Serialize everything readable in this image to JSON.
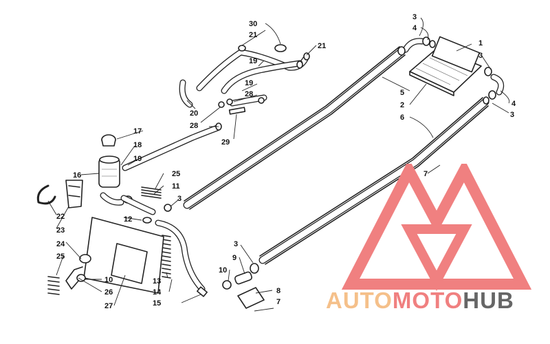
{
  "diagram": {
    "callouts": [
      {
        "id": "c1",
        "label": "1"
      },
      {
        "id": "c2",
        "label": "2"
      },
      {
        "id": "c3a",
        "label": "3"
      },
      {
        "id": "c3b",
        "label": "3"
      },
      {
        "id": "c3c",
        "label": "3"
      },
      {
        "id": "c3d",
        "label": "3"
      },
      {
        "id": "c3e",
        "label": "3"
      },
      {
        "id": "c4a",
        "label": "4"
      },
      {
        "id": "c4b",
        "label": "4"
      },
      {
        "id": "c5",
        "label": "5"
      },
      {
        "id": "c6",
        "label": "6"
      },
      {
        "id": "c7a",
        "label": "7"
      },
      {
        "id": "c7b",
        "label": "7"
      },
      {
        "id": "c8",
        "label": "8"
      },
      {
        "id": "c9",
        "label": "9"
      },
      {
        "id": "c10a",
        "label": "10"
      },
      {
        "id": "c10b",
        "label": "10"
      },
      {
        "id": "c11",
        "label": "11"
      },
      {
        "id": "c12",
        "label": "12"
      },
      {
        "id": "c13",
        "label": "13"
      },
      {
        "id": "c14",
        "label": "14"
      },
      {
        "id": "c15",
        "label": "15"
      },
      {
        "id": "c16",
        "label": "16"
      },
      {
        "id": "c17",
        "label": "17"
      },
      {
        "id": "c18",
        "label": "18"
      },
      {
        "id": "c19a",
        "label": "19"
      },
      {
        "id": "c19b",
        "label": "19"
      },
      {
        "id": "c19c",
        "label": "19"
      },
      {
        "id": "c20",
        "label": "20"
      },
      {
        "id": "c21a",
        "label": "21"
      },
      {
        "id": "c21b",
        "label": "21"
      },
      {
        "id": "c22",
        "label": "22"
      },
      {
        "id": "c23",
        "label": "23"
      },
      {
        "id": "c24",
        "label": "24"
      },
      {
        "id": "c25a",
        "label": "25"
      },
      {
        "id": "c25b",
        "label": "25"
      },
      {
        "id": "c26",
        "label": "26"
      },
      {
        "id": "c27",
        "label": "27"
      },
      {
        "id": "c28a",
        "label": "28"
      },
      {
        "id": "c28b",
        "label": "28"
      },
      {
        "id": "c29",
        "label": "29"
      },
      {
        "id": "c30",
        "label": "30"
      }
    ]
  },
  "watermark": {
    "text_part1": "AUTO",
    "text_part2": "MOTO",
    "text_part3": "HUB",
    "colors": {
      "auto": "#f5c08a",
      "moto": "#f08080",
      "hub": "#666666",
      "logo": "#f08080"
    }
  }
}
